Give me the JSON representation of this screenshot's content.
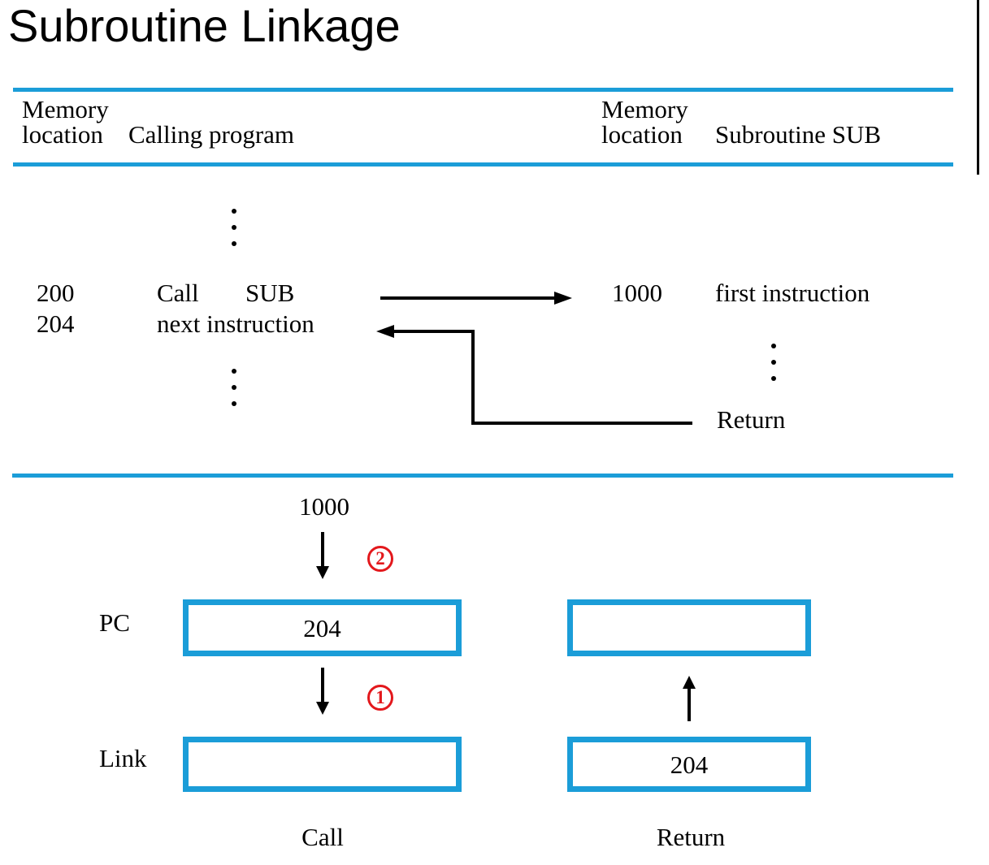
{
  "slide": {
    "title": "Subroutine Linkage"
  },
  "colors": {
    "rule_blue": "#1b9dd8",
    "step_red": "#e3181c",
    "ink": "#000000"
  },
  "memory_table": {
    "left_header": {
      "location_line1": "Memory",
      "location_line2": "location",
      "program": "Calling program"
    },
    "right_header": {
      "location_line1": "Memory",
      "location_line2": "location",
      "program": "Subroutine SUB"
    },
    "calling_rows": {
      "row1": {
        "location": "200",
        "mnemonic": "Call",
        "operand": "SUB"
      },
      "row2": {
        "location": "204",
        "mnemonic": "next instruction"
      }
    },
    "subroutine_rows": {
      "row1": {
        "location": "1000",
        "instruction": "first instruction"
      },
      "row2": {
        "instruction": "Return"
      }
    }
  },
  "registers": {
    "incoming_value": "1000",
    "pc_label": "PC",
    "pc_value": "204",
    "link_label": "Link",
    "link_value": "",
    "return_pc_value": "",
    "return_link_value": "204",
    "call_caption": "Call",
    "return_caption": "Return",
    "step_1": "1",
    "step_2": "2"
  }
}
